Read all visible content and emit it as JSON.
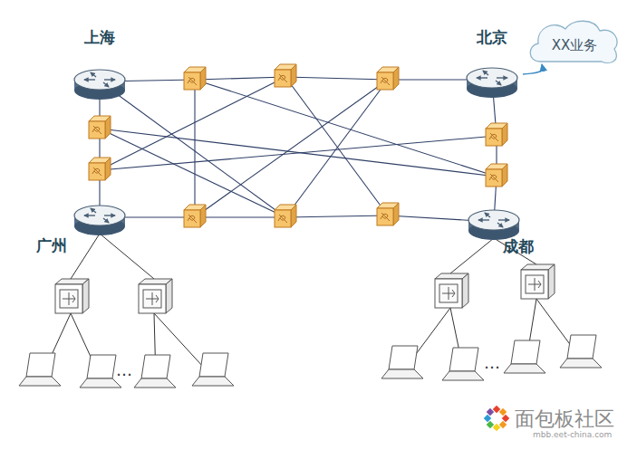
{
  "diagram": {
    "nodes": [
      {
        "text": [
          "上海"
        ]
      },
      {
        "text": [
          "北京"
        ]
      },
      {
        "text": [
          "XX业务"
        ]
      },
      {
        "text": [
          "广州"
        ]
      },
      {
        "text": [
          "成都"
        ]
      }
    ],
    "edges": [
      {
        "from": 1,
        "to": 2,
        "arrow": "to"
      }
    ],
    "labels": [
      "…",
      "…",
      "面包板社区",
      "mbb.eet-china.com"
    ]
  }
}
